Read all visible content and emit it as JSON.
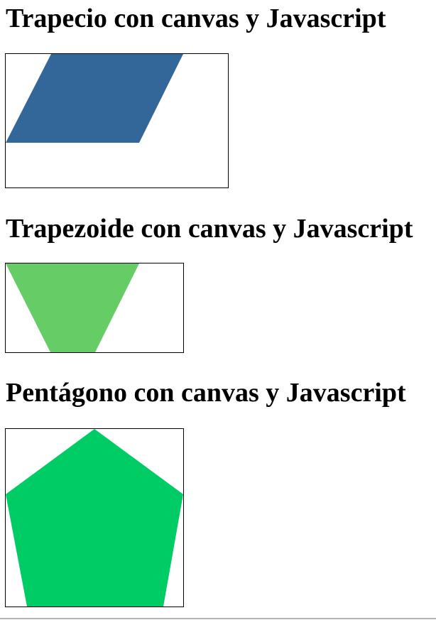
{
  "sections": [
    {
      "heading": "Trapecio con canvas y Javascript",
      "shape": "parallelogram",
      "fill_color": "#336699"
    },
    {
      "heading": "Trapezoide con canvas y Javascript",
      "shape": "trapezoid",
      "fill_color": "#66cc66"
    },
    {
      "heading": "Pentágono con canvas y Javascript",
      "shape": "pentagon",
      "fill_color": "#00cc66"
    }
  ]
}
